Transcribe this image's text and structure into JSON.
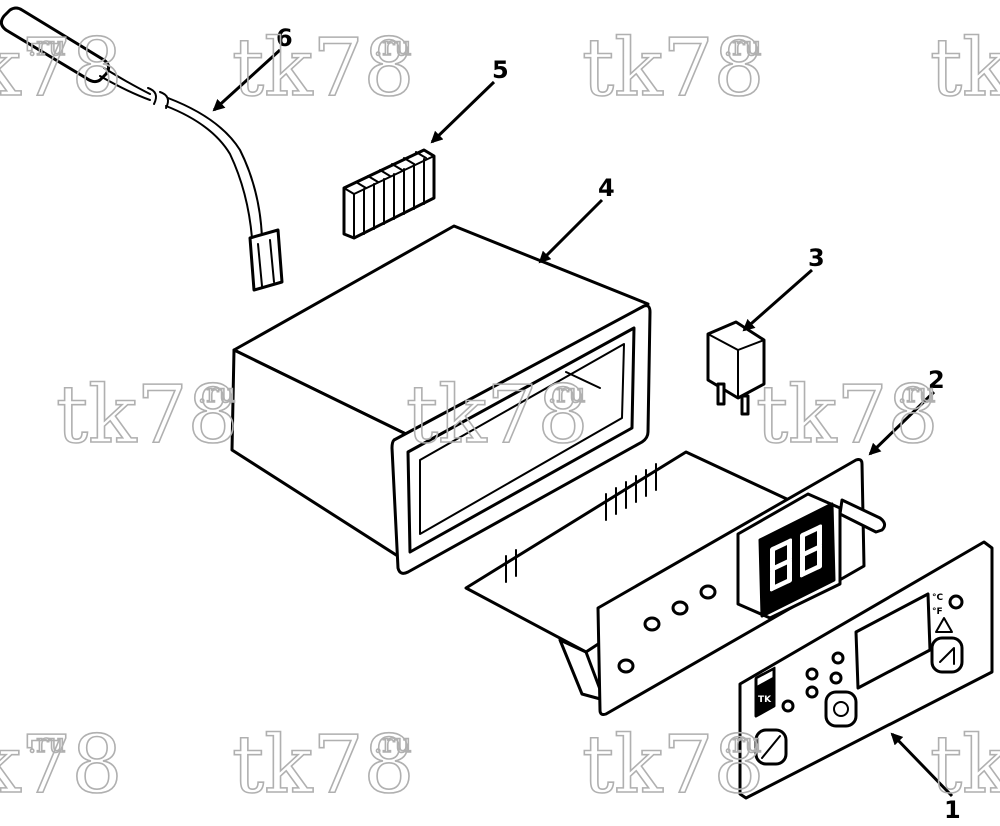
{
  "watermark": {
    "main": "tk78",
    "suffix": ".ru"
  },
  "callouts": [
    "1",
    "2",
    "3",
    "4",
    "5",
    "6"
  ],
  "display_digits": "88",
  "panel_units": [
    "°C",
    "°F"
  ],
  "panel_logo": "TK"
}
